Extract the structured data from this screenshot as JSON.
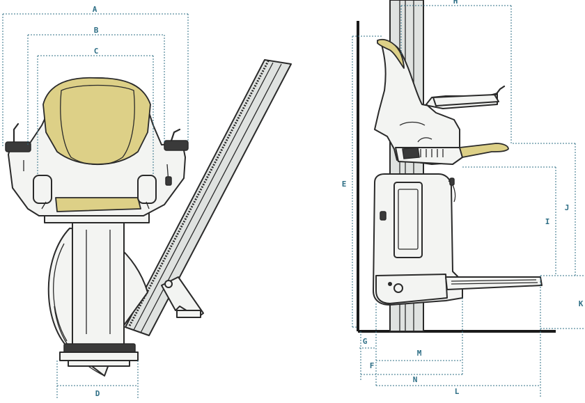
{
  "labels": {
    "A": "A",
    "B": "B",
    "C": "C",
    "D": "D",
    "E": "E",
    "F": "F",
    "G": "G",
    "H": "H",
    "I": "I",
    "J": "J",
    "K": "K",
    "L": "L",
    "M": "M",
    "N": "N"
  },
  "colors": {
    "dimension": "#2f6f86",
    "cushion": "#ddd087",
    "outline": "#2a2a2a",
    "body": "#f3f4f2"
  }
}
